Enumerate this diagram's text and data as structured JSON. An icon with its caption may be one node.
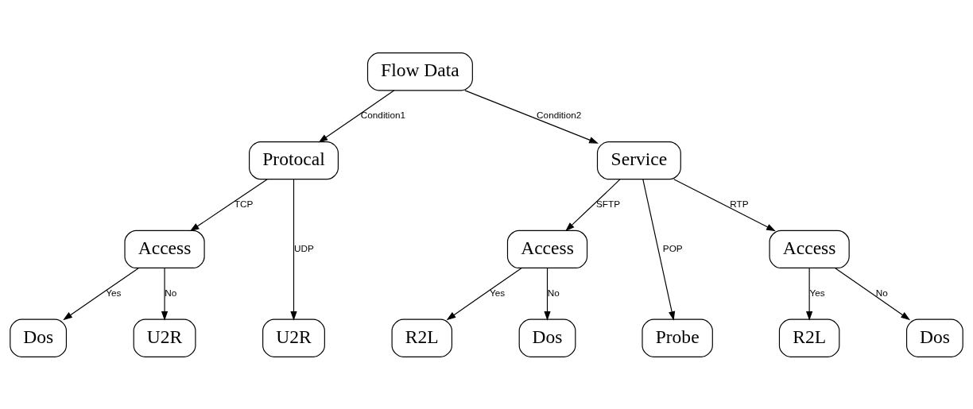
{
  "diagram": {
    "nodes": [
      {
        "text": [
          "Flow Data"
        ]
      },
      {
        "text": [
          "Protocal"
        ]
      },
      {
        "text": [
          "Service"
        ]
      },
      {
        "text": [
          "Access"
        ]
      },
      {
        "text": [
          "Access"
        ]
      },
      {
        "text": [
          "Access"
        ]
      },
      {
        "text": [
          "Dos"
        ]
      },
      {
        "text": [
          "U2R"
        ]
      },
      {
        "text": [
          "U2R"
        ]
      },
      {
        "text": [
          "R2L"
        ]
      },
      {
        "text": [
          "Dos"
        ]
      },
      {
        "text": [
          "Probe"
        ]
      },
      {
        "text": [
          "R2L"
        ]
      },
      {
        "text": [
          "Dos"
        ]
      }
    ],
    "edges": [
      {
        "from": 0,
        "to": 1,
        "arrow": "to",
        "label": "Condition1"
      },
      {
        "from": 0,
        "to": 2,
        "arrow": "to",
        "label": "Condition2"
      },
      {
        "from": 1,
        "to": 3,
        "arrow": "to",
        "label": "TCP"
      },
      {
        "from": 1,
        "to": 8,
        "arrow": "to",
        "label": "UDP"
      },
      {
        "from": 2,
        "to": 4,
        "arrow": "to",
        "label": "SFTP"
      },
      {
        "from": 2,
        "to": 11,
        "arrow": "to",
        "label": "POP"
      },
      {
        "from": 2,
        "to": 5,
        "arrow": "to",
        "label": "RTP"
      },
      {
        "from": 3,
        "to": 6,
        "arrow": "to",
        "label": "Yes"
      },
      {
        "from": 3,
        "to": 7,
        "arrow": "to",
        "label": "No"
      },
      {
        "from": 4,
        "to": 9,
        "arrow": "to",
        "label": "Yes"
      },
      {
        "from": 4,
        "to": 10,
        "arrow": "to",
        "label": "No"
      },
      {
        "from": 5,
        "to": 12,
        "arrow": "to",
        "label": "Yes"
      },
      {
        "from": 5,
        "to": 13,
        "arrow": "to",
        "label": "No"
      }
    ]
  }
}
